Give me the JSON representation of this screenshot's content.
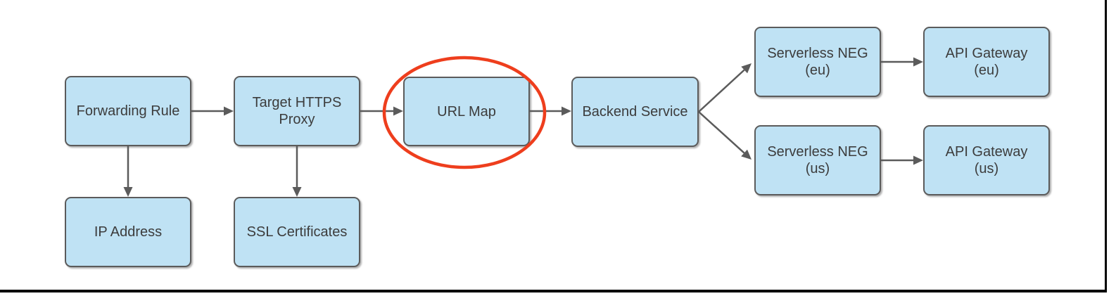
{
  "diagram": {
    "description": "Flowchart of an HTTPS load balancer architecture with the URL Map step circled in red",
    "nodes": [
      {
        "id": "forwarding-rule",
        "label": "Forwarding Rule"
      },
      {
        "id": "target-https-proxy",
        "label": "Target HTTPS\nProxy"
      },
      {
        "id": "url-map",
        "label": "URL Map"
      },
      {
        "id": "backend-service",
        "label": "Backend Service"
      },
      {
        "id": "serverless-neg-eu",
        "label": "Serverless NEG\n(eu)"
      },
      {
        "id": "api-gateway-eu",
        "label": "API Gateway\n(eu)"
      },
      {
        "id": "serverless-neg-us",
        "label": "Serverless NEG\n(us)"
      },
      {
        "id": "api-gateway-us",
        "label": "API Gateway\n(us)"
      },
      {
        "id": "ip-address",
        "label": "IP Address"
      },
      {
        "id": "ssl-certificates",
        "label": "SSL Certificates"
      }
    ],
    "edges": [
      {
        "from": "forwarding-rule",
        "to": "target-https-proxy"
      },
      {
        "from": "target-https-proxy",
        "to": "url-map"
      },
      {
        "from": "url-map",
        "to": "backend-service"
      },
      {
        "from": "backend-service",
        "to": "serverless-neg-eu"
      },
      {
        "from": "backend-service",
        "to": "serverless-neg-us"
      },
      {
        "from": "serverless-neg-eu",
        "to": "api-gateway-eu"
      },
      {
        "from": "serverless-neg-us",
        "to": "api-gateway-us"
      },
      {
        "from": "forwarding-rule",
        "to": "ip-address"
      },
      {
        "from": "target-https-proxy",
        "to": "ssl-certificates"
      }
    ],
    "annotation": {
      "type": "ellipse",
      "target": "url-map",
      "color": "#ee3e1d"
    },
    "colors": {
      "background": "#ffffff",
      "node_fill": "#bfe2f4",
      "node_border": "#5b5b5b",
      "node_text": "#3c3c3c",
      "arrow": "#5b5b5b",
      "highlight": "#ee3e1d",
      "frame": "#000000"
    }
  }
}
